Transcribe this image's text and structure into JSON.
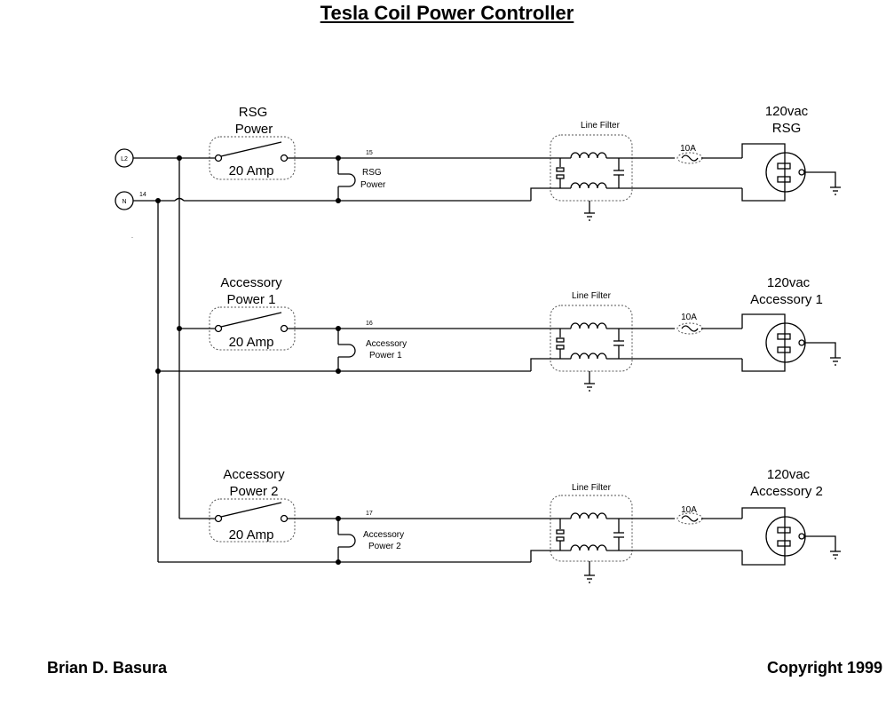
{
  "title": "Tesla Coil Power Controller",
  "author": "Brian D. Basura",
  "copyright": "Copyright 1999",
  "terminals": {
    "l2": "L2",
    "n": "N",
    "n_wire": "14"
  },
  "circuits": [
    {
      "switch_label_1": "RSG",
      "switch_label_2": "Power",
      "switch_rating": "20 Amp",
      "wire": "15",
      "lamp_label_1": "RSG",
      "lamp_label_2": "Power",
      "filter_label": "Line Filter",
      "fuse_label": "10A",
      "outlet_label_1": "120vac",
      "outlet_label_2": "RSG"
    },
    {
      "switch_label_1": "Accessory",
      "switch_label_2": "Power 1",
      "switch_rating": "20 Amp",
      "wire": "16",
      "lamp_label_1": "Accessory",
      "lamp_label_2": "Power 1",
      "filter_label": "Line Filter",
      "fuse_label": "10A",
      "outlet_label_1": "120vac",
      "outlet_label_2": "Accessory 1"
    },
    {
      "switch_label_1": "Accessory",
      "switch_label_2": "Power 2",
      "switch_rating": "20 Amp",
      "wire": "17",
      "lamp_label_1": "Accessory",
      "lamp_label_2": "Power 2",
      "filter_label": "Line Filter",
      "fuse_label": "10A",
      "outlet_label_1": "120vac",
      "outlet_label_2": "Accessory 2"
    }
  ]
}
